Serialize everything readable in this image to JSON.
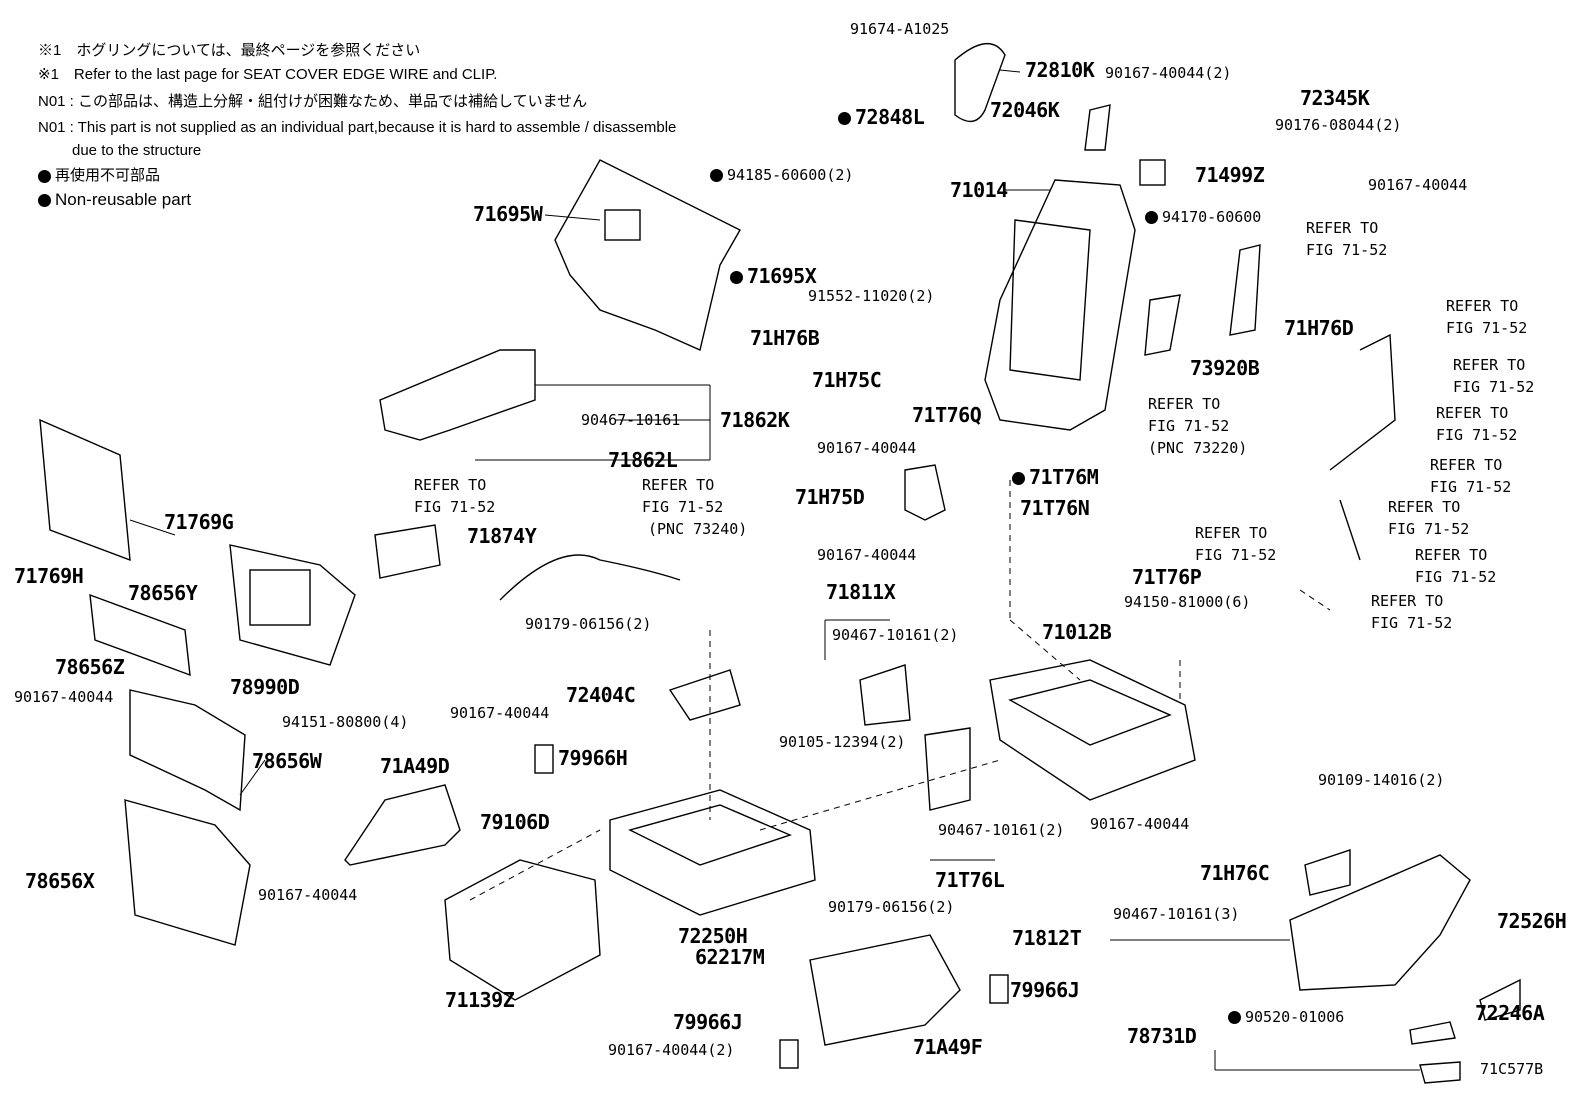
{
  "notes": {
    "n1_ja": "※1　ホグリングについては、最終ページを参照ください",
    "n1_en": "※1　Refer to the last page for SEAT COVER EDGE WIRE and CLIP.",
    "n01_ja": "N01 : この部品は、構造上分解・組付けが困難なため、単品では補給していません",
    "n01_en": "N01 : This part is not supplied as an individual part,because it is hard to assemble / disassemble",
    "n01_en2": "due to the structure",
    "legend_ja": "再使用不可部品",
    "legend_en": "Non-reusable part"
  },
  "diagram_id": "71C577B",
  "labels": [
    {
      "id": "l1",
      "text": "91674-A1025",
      "size": "sm"
    },
    {
      "id": "l2",
      "text": "72810K",
      "size": "big"
    },
    {
      "id": "l3",
      "text": "90167-40044(2)",
      "size": "sm"
    },
    {
      "id": "l4",
      "text": "72345K",
      "size": "big"
    },
    {
      "id": "l5",
      "text": "72848L",
      "size": "big",
      "dot": true
    },
    {
      "id": "l6",
      "text": "72046K",
      "size": "big"
    },
    {
      "id": "l7",
      "text": "90176-08044(2)",
      "size": "sm"
    },
    {
      "id": "l8",
      "text": "94185-60600(2)",
      "size": "sm",
      "dot": true
    },
    {
      "id": "l9",
      "text": "71014",
      "size": "big"
    },
    {
      "id": "l10",
      "text": "71499Z",
      "size": "big"
    },
    {
      "id": "l11",
      "text": "90167-40044",
      "size": "sm"
    },
    {
      "id": "l12",
      "text": "71695W",
      "size": "big"
    },
    {
      "id": "l13",
      "text": "94170-60600",
      "size": "sm",
      "dot": true
    },
    {
      "id": "l14",
      "text": "REFER TO",
      "size": "sm"
    },
    {
      "id": "l15",
      "text": "FIG 71-52",
      "size": "sm"
    },
    {
      "id": "l16",
      "text": "71695X",
      "size": "big",
      "dot": true
    },
    {
      "id": "l17",
      "text": "91552-11020(2)",
      "size": "sm"
    },
    {
      "id": "l18",
      "text": "REFER TO",
      "size": "sm"
    },
    {
      "id": "l19",
      "text": "FIG 71-52",
      "size": "sm"
    },
    {
      "id": "l20",
      "text": "71H76B",
      "size": "big"
    },
    {
      "id": "l21",
      "text": "71H76D",
      "size": "big"
    },
    {
      "id": "l22",
      "text": "REFER TO",
      "size": "sm"
    },
    {
      "id": "l23",
      "text": "FIG 71-52",
      "size": "sm"
    },
    {
      "id": "l24",
      "text": "71H75C",
      "size": "big"
    },
    {
      "id": "l25",
      "text": "73920B",
      "size": "big"
    },
    {
      "id": "l26",
      "text": "90467-10161",
      "size": "sm"
    },
    {
      "id": "l27",
      "text": "71862K",
      "size": "big"
    },
    {
      "id": "l28",
      "text": "71T76Q",
      "size": "big"
    },
    {
      "id": "l29",
      "text": "REFER TO",
      "size": "sm"
    },
    {
      "id": "l30",
      "text": "FIG 71-52",
      "size": "sm"
    },
    {
      "id": "l31",
      "text": "(PNC 73220)",
      "size": "sm"
    },
    {
      "id": "l32",
      "text": "REFER TO",
      "size": "sm"
    },
    {
      "id": "l33",
      "text": "FIG 71-52",
      "size": "sm"
    },
    {
      "id": "l34",
      "text": "90167-40044",
      "size": "sm"
    },
    {
      "id": "l35",
      "text": "71862L",
      "size": "big"
    },
    {
      "id": "l36",
      "text": "REFER TO",
      "size": "sm"
    },
    {
      "id": "l37",
      "text": "FIG 71-52",
      "size": "sm"
    },
    {
      "id": "l38",
      "text": "REFER TO",
      "size": "sm"
    },
    {
      "id": "l39",
      "text": "FIG 71-52",
      "size": "sm"
    },
    {
      "id": "l40",
      "text": "(PNC 73240)",
      "size": "sm"
    },
    {
      "id": "l41",
      "text": "71T76M",
      "size": "big",
      "dot": true
    },
    {
      "id": "l42",
      "text": "REFER TO",
      "size": "sm"
    },
    {
      "id": "l43",
      "text": "FIG 71-52",
      "size": "sm"
    },
    {
      "id": "l44",
      "text": "71H75D",
      "size": "big"
    },
    {
      "id": "l45",
      "text": "71T76N",
      "size": "big"
    },
    {
      "id": "l46",
      "text": "71769G",
      "size": "big"
    },
    {
      "id": "l47",
      "text": "REFER TO",
      "size": "sm"
    },
    {
      "id": "l48",
      "text": "FIG 71-52",
      "size": "sm"
    },
    {
      "id": "l49",
      "text": "71874Y",
      "size": "big"
    },
    {
      "id": "l50",
      "text": "REFER TO",
      "size": "sm"
    },
    {
      "id": "l51",
      "text": "FIG 71-52",
      "size": "sm"
    },
    {
      "id": "l52",
      "text": "REFER TO",
      "size": "sm"
    },
    {
      "id": "l53",
      "text": "FIG 71-52",
      "size": "sm"
    },
    {
      "id": "l54",
      "text": "90167-40044",
      "size": "sm"
    },
    {
      "id": "l55",
      "text": "71T76P",
      "size": "big"
    },
    {
      "id": "l56",
      "text": "71769H",
      "size": "big"
    },
    {
      "id": "l57",
      "text": "78656Y",
      "size": "big"
    },
    {
      "id": "l58",
      "text": "71811X",
      "size": "big"
    },
    {
      "id": "l59",
      "text": "94150-81000(6)",
      "size": "sm"
    },
    {
      "id": "l60",
      "text": "REFER TO",
      "size": "sm"
    },
    {
      "id": "l61",
      "text": "FIG 71-52",
      "size": "sm"
    },
    {
      "id": "l62",
      "text": "90179-06156(2)",
      "size": "sm"
    },
    {
      "id": "l63",
      "text": "90467-10161(2)",
      "size": "sm"
    },
    {
      "id": "l64",
      "text": "71012B",
      "size": "big"
    },
    {
      "id": "l65",
      "text": "78656Z",
      "size": "big"
    },
    {
      "id": "l66",
      "text": "78990D",
      "size": "big"
    },
    {
      "id": "l67",
      "text": "72404C",
      "size": "big"
    },
    {
      "id": "l68",
      "text": "90167-40044",
      "size": "sm"
    },
    {
      "id": "l69",
      "text": "94151-80800(4)",
      "size": "sm"
    },
    {
      "id": "l70",
      "text": "90167-40044",
      "size": "sm"
    },
    {
      "id": "l71",
      "text": "90105-12394(2)",
      "size": "sm"
    },
    {
      "id": "l72",
      "text": "79966H",
      "size": "big"
    },
    {
      "id": "l73",
      "text": "78656W",
      "size": "big"
    },
    {
      "id": "l74",
      "text": "71A49D",
      "size": "big"
    },
    {
      "id": "l75",
      "text": "90109-14016(2)",
      "size": "sm"
    },
    {
      "id": "l76",
      "text": "79106D",
      "size": "big"
    },
    {
      "id": "l77",
      "text": "90467-10161(2)",
      "size": "sm"
    },
    {
      "id": "l78",
      "text": "90167-40044",
      "size": "sm"
    },
    {
      "id": "l79",
      "text": "90167-40044",
      "size": "sm"
    },
    {
      "id": "l80",
      "text": "78656X",
      "size": "big"
    },
    {
      "id": "l81",
      "text": "71T76L",
      "size": "big"
    },
    {
      "id": "l82",
      "text": "71H76C",
      "size": "big"
    },
    {
      "id": "l83",
      "text": "90179-06156(2)",
      "size": "sm"
    },
    {
      "id": "l84",
      "text": "72250H",
      "size": "big"
    },
    {
      "id": "l85",
      "text": "71812T",
      "size": "big"
    },
    {
      "id": "l86",
      "text": "90467-10161(3)",
      "size": "sm"
    },
    {
      "id": "l87",
      "text": "72526H",
      "size": "big"
    },
    {
      "id": "l88",
      "text": "62217M",
      "size": "big"
    },
    {
      "id": "l89",
      "text": "79966J",
      "size": "big"
    },
    {
      "id": "l90",
      "text": "71139Z",
      "size": "big"
    },
    {
      "id": "l91",
      "text": "79966J",
      "size": "big"
    },
    {
      "id": "l92",
      "text": "72246A",
      "size": "big"
    },
    {
      "id": "l93",
      "text": "90520-01006",
      "size": "sm",
      "dot": true
    },
    {
      "id": "l94",
      "text": "78731D",
      "size": "big"
    },
    {
      "id": "l95",
      "text": "71A49F",
      "size": "big"
    },
    {
      "id": "l96",
      "text": "90167-40044(2)",
      "size": "sm"
    }
  ]
}
